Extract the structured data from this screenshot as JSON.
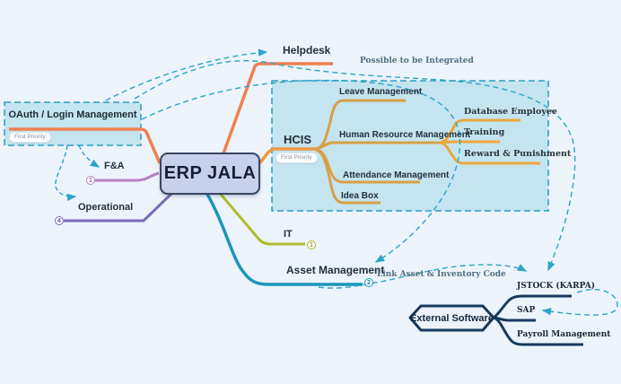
{
  "app": {
    "type": "mind-map"
  },
  "map": {
    "root": {
      "label": "ERP JALA"
    },
    "branches": [
      {
        "id": "helpdesk",
        "label": "Helpdesk"
      },
      {
        "id": "oauth",
        "label": "OAuth / Login Management",
        "priority_badge": "First Priority"
      },
      {
        "id": "fa",
        "label": "F&A",
        "collapsed_count": "1"
      },
      {
        "id": "operational",
        "label": "Operational",
        "collapsed_count": "4"
      },
      {
        "id": "hcis",
        "label": "HCIS",
        "priority_badge": "First Priority",
        "children": [
          {
            "label": "Leave Management"
          },
          {
            "label": "Human Resource Management",
            "children": [
              {
                "label": "Database Employee"
              },
              {
                "label": "Training"
              },
              {
                "label": "Reward & Punishment"
              }
            ]
          },
          {
            "label": "Attendance Management"
          },
          {
            "label": "Idea Box"
          }
        ]
      },
      {
        "id": "it",
        "label": "IT",
        "collapsed_count": "1"
      },
      {
        "id": "asset",
        "label": "Asset Management",
        "collapsed_count": "2"
      }
    ],
    "floating": [
      {
        "id": "external",
        "label": "External Software",
        "children": [
          {
            "label": "JSTOCK (KARPA)"
          },
          {
            "label": "SAP"
          },
          {
            "label": "Payroll Management"
          }
        ]
      }
    ],
    "relationships": [
      {
        "label": "Possible to be Integrated"
      },
      {
        "label": "Link Asset & Inventory Code"
      }
    ]
  },
  "colors": {
    "background": "#edf3fb",
    "group_fill": "#c4e4f0",
    "group_border": "#2aa0c8",
    "relationship_line": "#2aa5c9",
    "branch_helpdesk_oauth": "#f07f50",
    "branch_hcis": "#e6a23c",
    "branch_fa": "#b57fc0",
    "branch_operational": "#7a6abc",
    "branch_it": "#aebb2e",
    "branch_asset": "#1b96ba",
    "external_software": "#17395e",
    "root_fill": "#c8d1ec",
    "root_border": "#39445f"
  }
}
